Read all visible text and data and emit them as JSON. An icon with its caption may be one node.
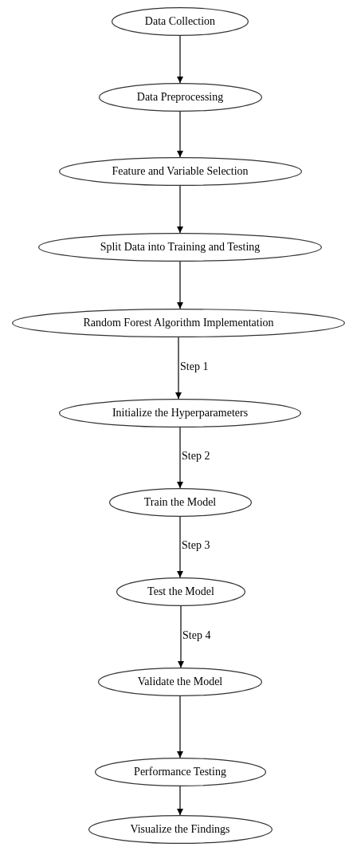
{
  "diagram": {
    "nodes": [
      {
        "text": [
          "Data Collection"
        ]
      },
      {
        "text": [
          "Data Preprocessing"
        ]
      },
      {
        "text": [
          "Feature and Variable Selection"
        ]
      },
      {
        "text": [
          "Split Data into Training and Testing"
        ]
      },
      {
        "text": [
          "Random Forest Algorithm Implementation"
        ]
      },
      {
        "text": [
          "Initialize the Hyperparameters"
        ]
      },
      {
        "text": [
          "Train the Model"
        ]
      },
      {
        "text": [
          "Test the Model"
        ]
      },
      {
        "text": [
          "Validate the Model"
        ]
      },
      {
        "text": [
          "Performance Testing"
        ]
      },
      {
        "text": [
          "Visualize the Findings"
        ]
      }
    ],
    "edges": [
      {
        "from": 0,
        "to": 1,
        "arrow": "to"
      },
      {
        "from": 1,
        "to": 2,
        "arrow": "to"
      },
      {
        "from": 2,
        "to": 3,
        "arrow": "to"
      },
      {
        "from": 3,
        "to": 4,
        "arrow": "to"
      },
      {
        "from": 4,
        "to": 5,
        "arrow": "to",
        "label": "Step 1"
      },
      {
        "from": 5,
        "to": 6,
        "arrow": "to",
        "label": "Step 2"
      },
      {
        "from": 6,
        "to": 7,
        "arrow": "to",
        "label": "Step 3"
      },
      {
        "from": 7,
        "to": 8,
        "arrow": "to",
        "label": "Step 4"
      },
      {
        "from": 8,
        "to": 9,
        "arrow": "to"
      },
      {
        "from": 9,
        "to": 10,
        "arrow": "to"
      }
    ]
  }
}
